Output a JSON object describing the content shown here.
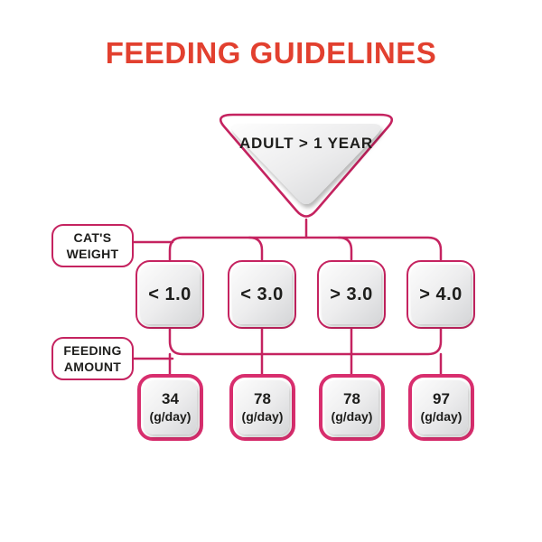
{
  "title": "FEEDING GUIDELINES",
  "root_node": {
    "label": "ADULT > 1 YEAR"
  },
  "branch_labels": {
    "weight": "CAT'S\nWEIGHT",
    "amount": "FEEDING\nAMOUNT"
  },
  "weight_nodes": [
    "< 1.0",
    "< 3.0",
    "> 3.0",
    "> 4.0"
  ],
  "amount_nodes": [
    {
      "value": "34",
      "unit": "(g/day)"
    },
    {
      "value": "78",
      "unit": "(g/day)"
    },
    {
      "value": "78",
      "unit": "(g/day)"
    },
    {
      "value": "97",
      "unit": "(g/day)"
    }
  ],
  "colors": {
    "title_red": "#E2402F",
    "line_pink": "#C52360",
    "thick_pink": "#D82E6E",
    "text_dark": "#1D1D1B"
  }
}
